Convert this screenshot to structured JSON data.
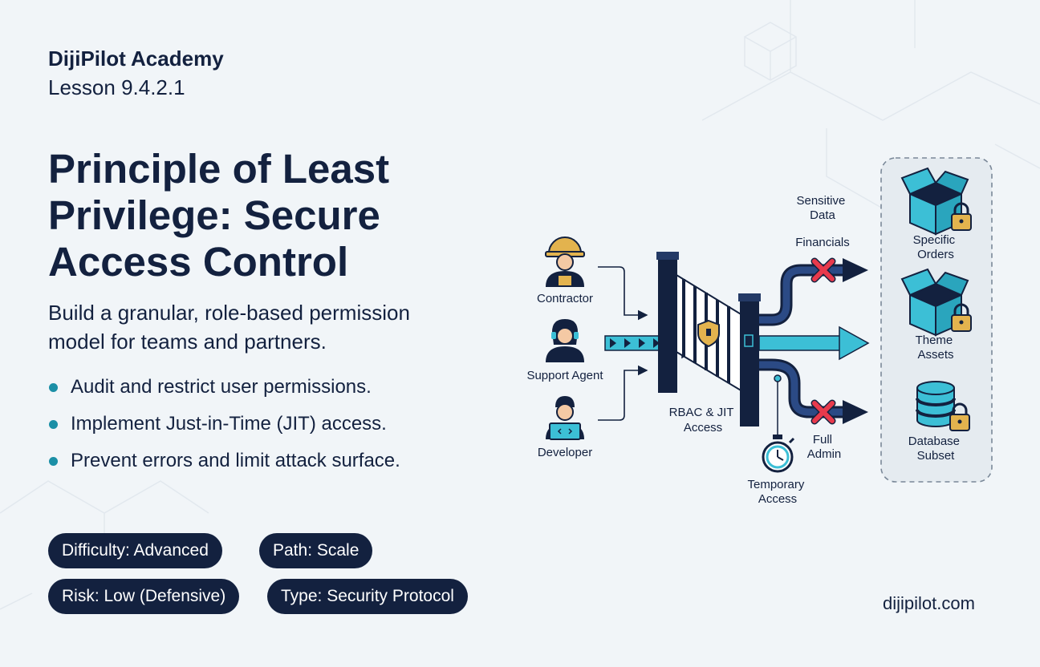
{
  "header": {
    "brand": "DijiPilot Academy",
    "lesson": "Lesson 9.4.2.1"
  },
  "title_lines": [
    "Principle of Least",
    "Privilege: Secure",
    "Access Control"
  ],
  "subtitle_lines": [
    "Build a granular, role-based permission",
    "model for teams and partners."
  ],
  "bullets": [
    "Audit and restrict user permissions.",
    "Implement Just-in-Time (JIT) access.",
    "Prevent errors and limit attack surface."
  ],
  "tags": [
    "Difficulty: Advanced",
    "Path: Scale",
    "Risk: Low (Defensive)",
    "Type: Security Protocol"
  ],
  "footer": {
    "url": "dijipilot.com"
  },
  "diagram": {
    "users": [
      "Contractor",
      "Support Agent",
      "Developer"
    ],
    "gate_label": [
      "RBAC & JIT",
      "Access"
    ],
    "timer_label": [
      "Temporary",
      "Access"
    ],
    "blocked_paths": {
      "sensitive": [
        "Sensitive",
        "Data"
      ],
      "financials": "Financials",
      "admin": [
        "Full",
        "Admin"
      ]
    },
    "resources": [
      {
        "label": [
          "Specific",
          "Orders"
        ],
        "icon": "open-box-lock-icon"
      },
      {
        "label": [
          "Theme",
          "Assets"
        ],
        "icon": "open-box-lock-icon"
      },
      {
        "label": [
          "Database",
          "Subset"
        ],
        "icon": "database-lock-icon"
      }
    ]
  },
  "colors": {
    "navy": "#13213f",
    "teal": "#3cbfd6",
    "accent_dot": "#1b8fa6",
    "deny": "#e83a4c",
    "lock": "#e3b34e",
    "background": "#f1f5f8"
  }
}
